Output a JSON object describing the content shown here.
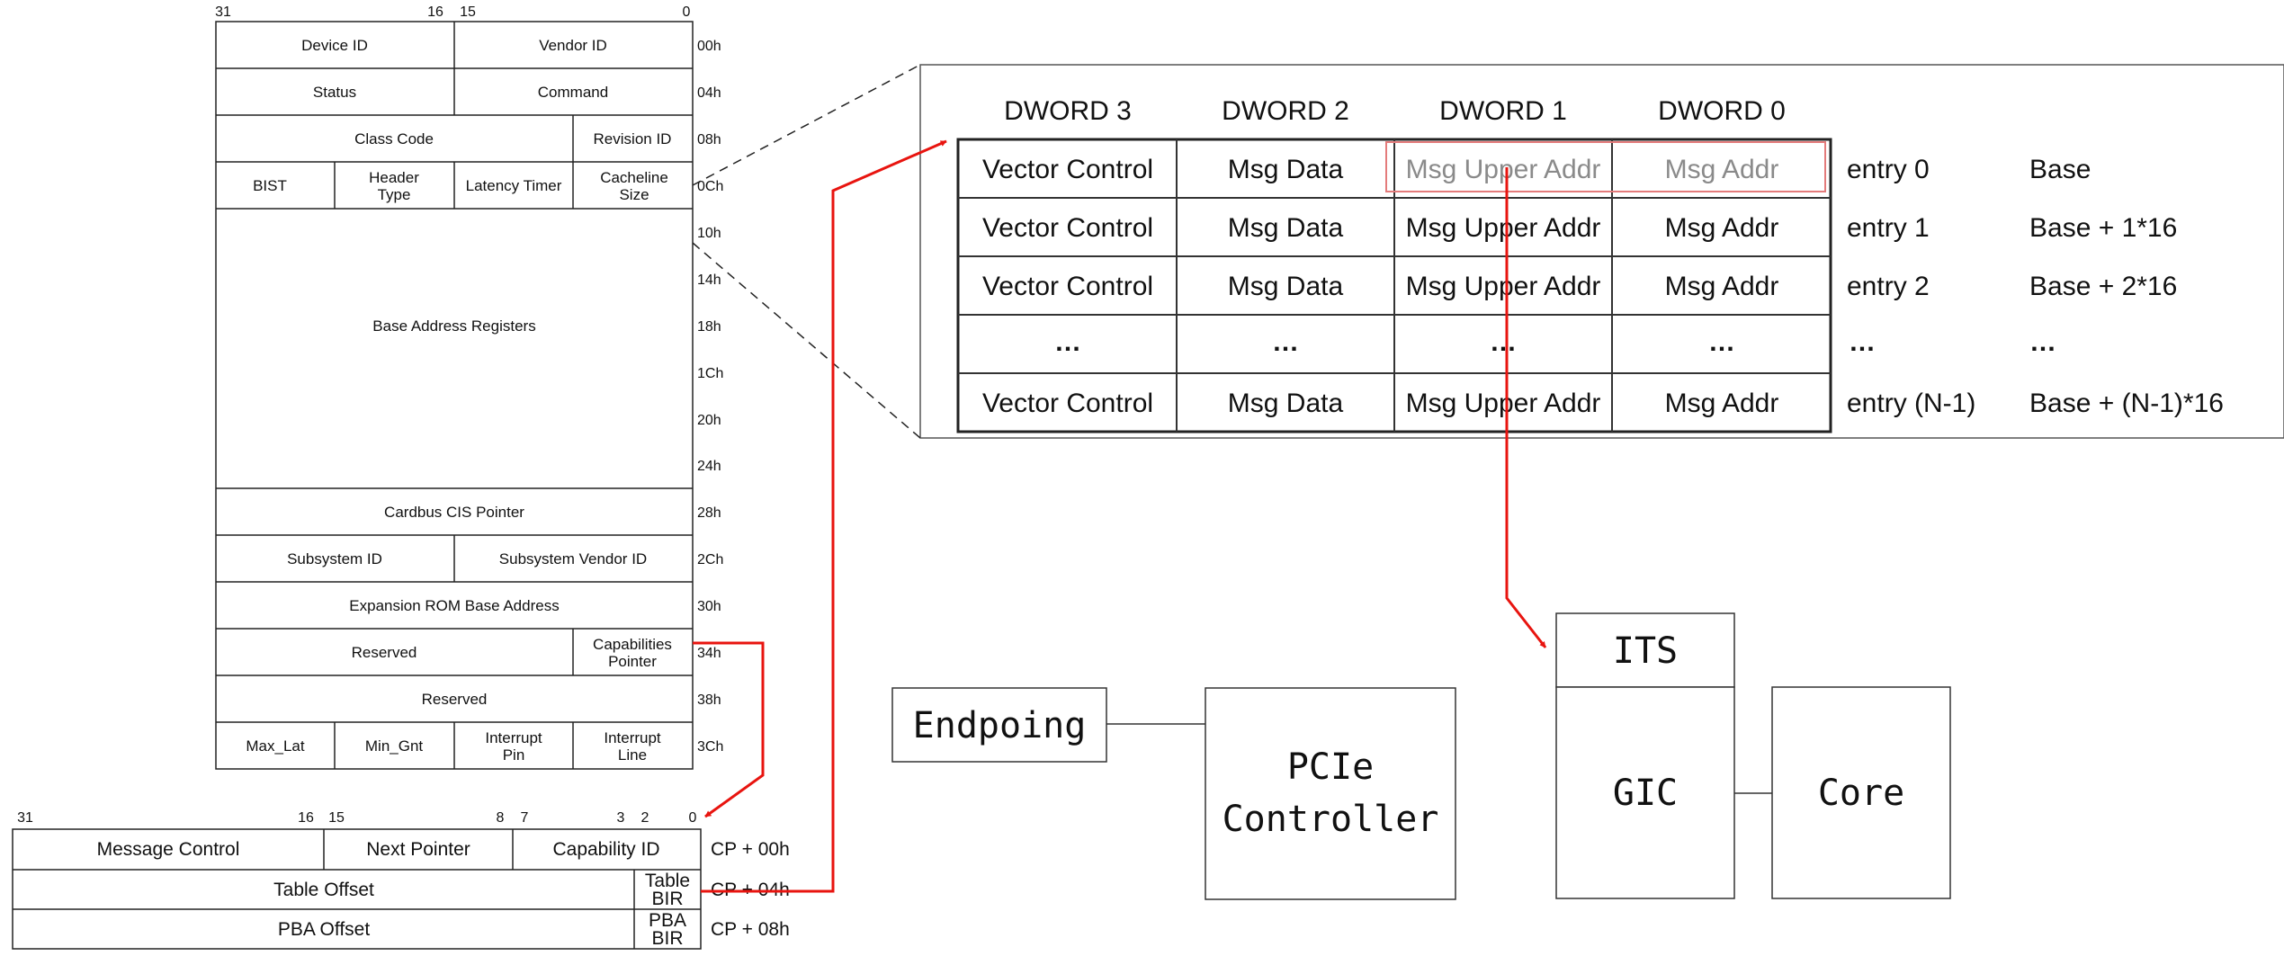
{
  "config_space": {
    "bit_labels": [
      "31",
      "16",
      "15",
      "0"
    ],
    "cells": {
      "device_id": "Device ID",
      "vendor_id": "Vendor ID",
      "status": "Status",
      "command": "Command",
      "class_code": "Class Code",
      "revision_id": "Revision ID",
      "bist": "BIST",
      "header_type_1": "Header",
      "header_type_2": "Type",
      "latency_timer": "Latency Timer",
      "cacheline_size_1": "Cacheline",
      "cacheline_size_2": "Size",
      "bars": "Base Address Registers",
      "cardbus": "Cardbus CIS Pointer",
      "subsystem_id": "Subsystem ID",
      "subsystem_vendor_id": "Subsystem Vendor ID",
      "expansion_rom": "Expansion ROM Base Address",
      "reserved_1": "Reserved",
      "cap_ptr_1": "Capabilities",
      "cap_ptr_2": "Pointer",
      "reserved_2": "Reserved",
      "max_lat": "Max_Lat",
      "min_gnt": "Min_Gnt",
      "int_pin_1": "Interrupt",
      "int_pin_2": "Pin",
      "int_line_1": "Interrupt",
      "int_line_2": "Line"
    },
    "offsets": [
      "00h",
      "04h",
      "08h",
      "0Ch",
      "10h",
      "14h",
      "18h",
      "1Ch",
      "20h",
      "24h",
      "28h",
      "2Ch",
      "30h",
      "34h",
      "38h",
      "3Ch"
    ]
  },
  "msix_capability": {
    "bit_labels": [
      "31",
      "16",
      "15",
      "8",
      "7",
      "3",
      "2",
      "0"
    ],
    "cells": {
      "message_control": "Message Control",
      "next_pointer": "Next Pointer",
      "capability_id": "Capability ID",
      "table_offset": "Table Offset",
      "table_bir_1": "Table",
      "table_bir_2": "BIR",
      "pba_offset": "PBA Offset",
      "pba_bir_1": "PBA",
      "pba_bir_2": "BIR"
    },
    "offsets": [
      "CP + 00h",
      "CP + 04h",
      "CP + 08h"
    ]
  },
  "msix_table": {
    "headers": [
      "DWORD 3",
      "DWORD 2",
      "DWORD 1",
      "DWORD 0"
    ],
    "rows": [
      {
        "cells": [
          "Vector Control",
          "Msg Data",
          "Msg Upper Addr",
          "Msg Addr"
        ],
        "entry": "entry 0",
        "address": "Base"
      },
      {
        "cells": [
          "Vector Control",
          "Msg Data",
          "Msg Upper Addr",
          "Msg Addr"
        ],
        "entry": "entry 1",
        "address": "Base + 1*16"
      },
      {
        "cells": [
          "Vector Control",
          "Msg Data",
          "Msg Upper Addr",
          "Msg Addr"
        ],
        "entry": "entry 2",
        "address": "Base + 2*16"
      },
      {
        "cells": [
          "…",
          "…",
          "…",
          "…"
        ],
        "entry": "…",
        "address": "…"
      },
      {
        "cells": [
          "Vector Control",
          "Msg Data",
          "Msg Upper Addr",
          "Msg Addr"
        ],
        "entry": "entry (N-1)",
        "address": "Base + (N-1)*16"
      }
    ]
  },
  "blocks": {
    "endpoint": "Endpoing",
    "pcie_1": "PCIe",
    "pcie_2": "Controller",
    "its": "ITS",
    "gic": "GIC",
    "core": "Core"
  },
  "colors": {
    "arrow": "#e8140f",
    "highlight": "#e47b7b",
    "line": "#222222",
    "dim_text": "#8a8a8a"
  }
}
